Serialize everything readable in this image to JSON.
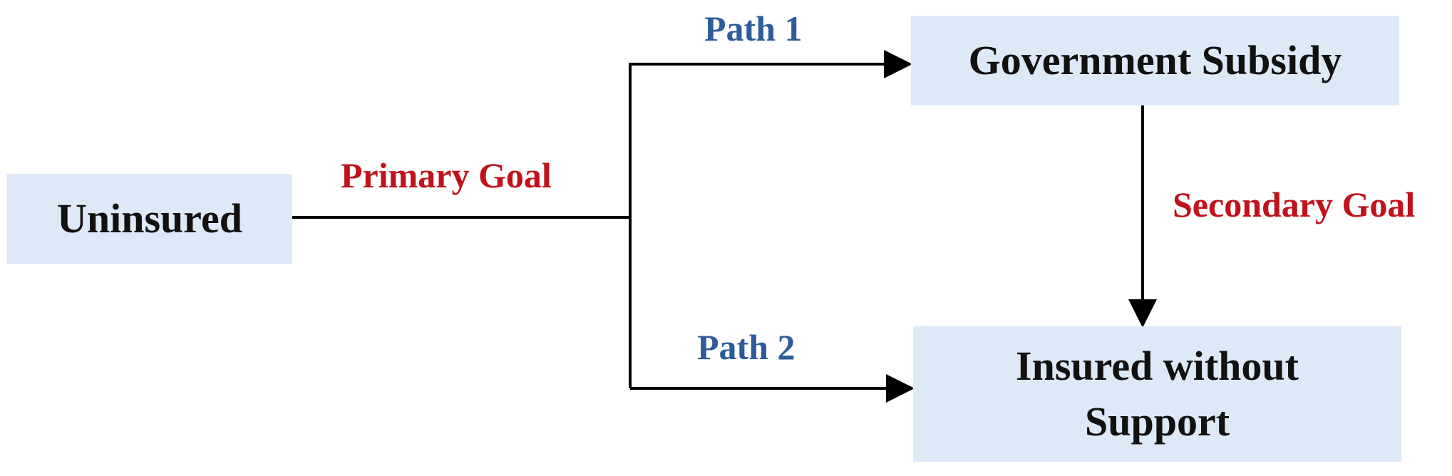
{
  "nodes": {
    "uninsured": "Uninsured",
    "subsidy": "Government Subsidy",
    "insured": [
      "Insured without",
      "Support"
    ]
  },
  "labels": {
    "primary_goal": "Primary Goal",
    "path1": "Path 1",
    "path2": "Path 2",
    "secondary_goal": "Secondary Goal"
  },
  "colors": {
    "box_fill": "#dde9f6",
    "goal_label": "#c0121b",
    "path_label": "#2e5c9a",
    "arrow": "#000000"
  }
}
